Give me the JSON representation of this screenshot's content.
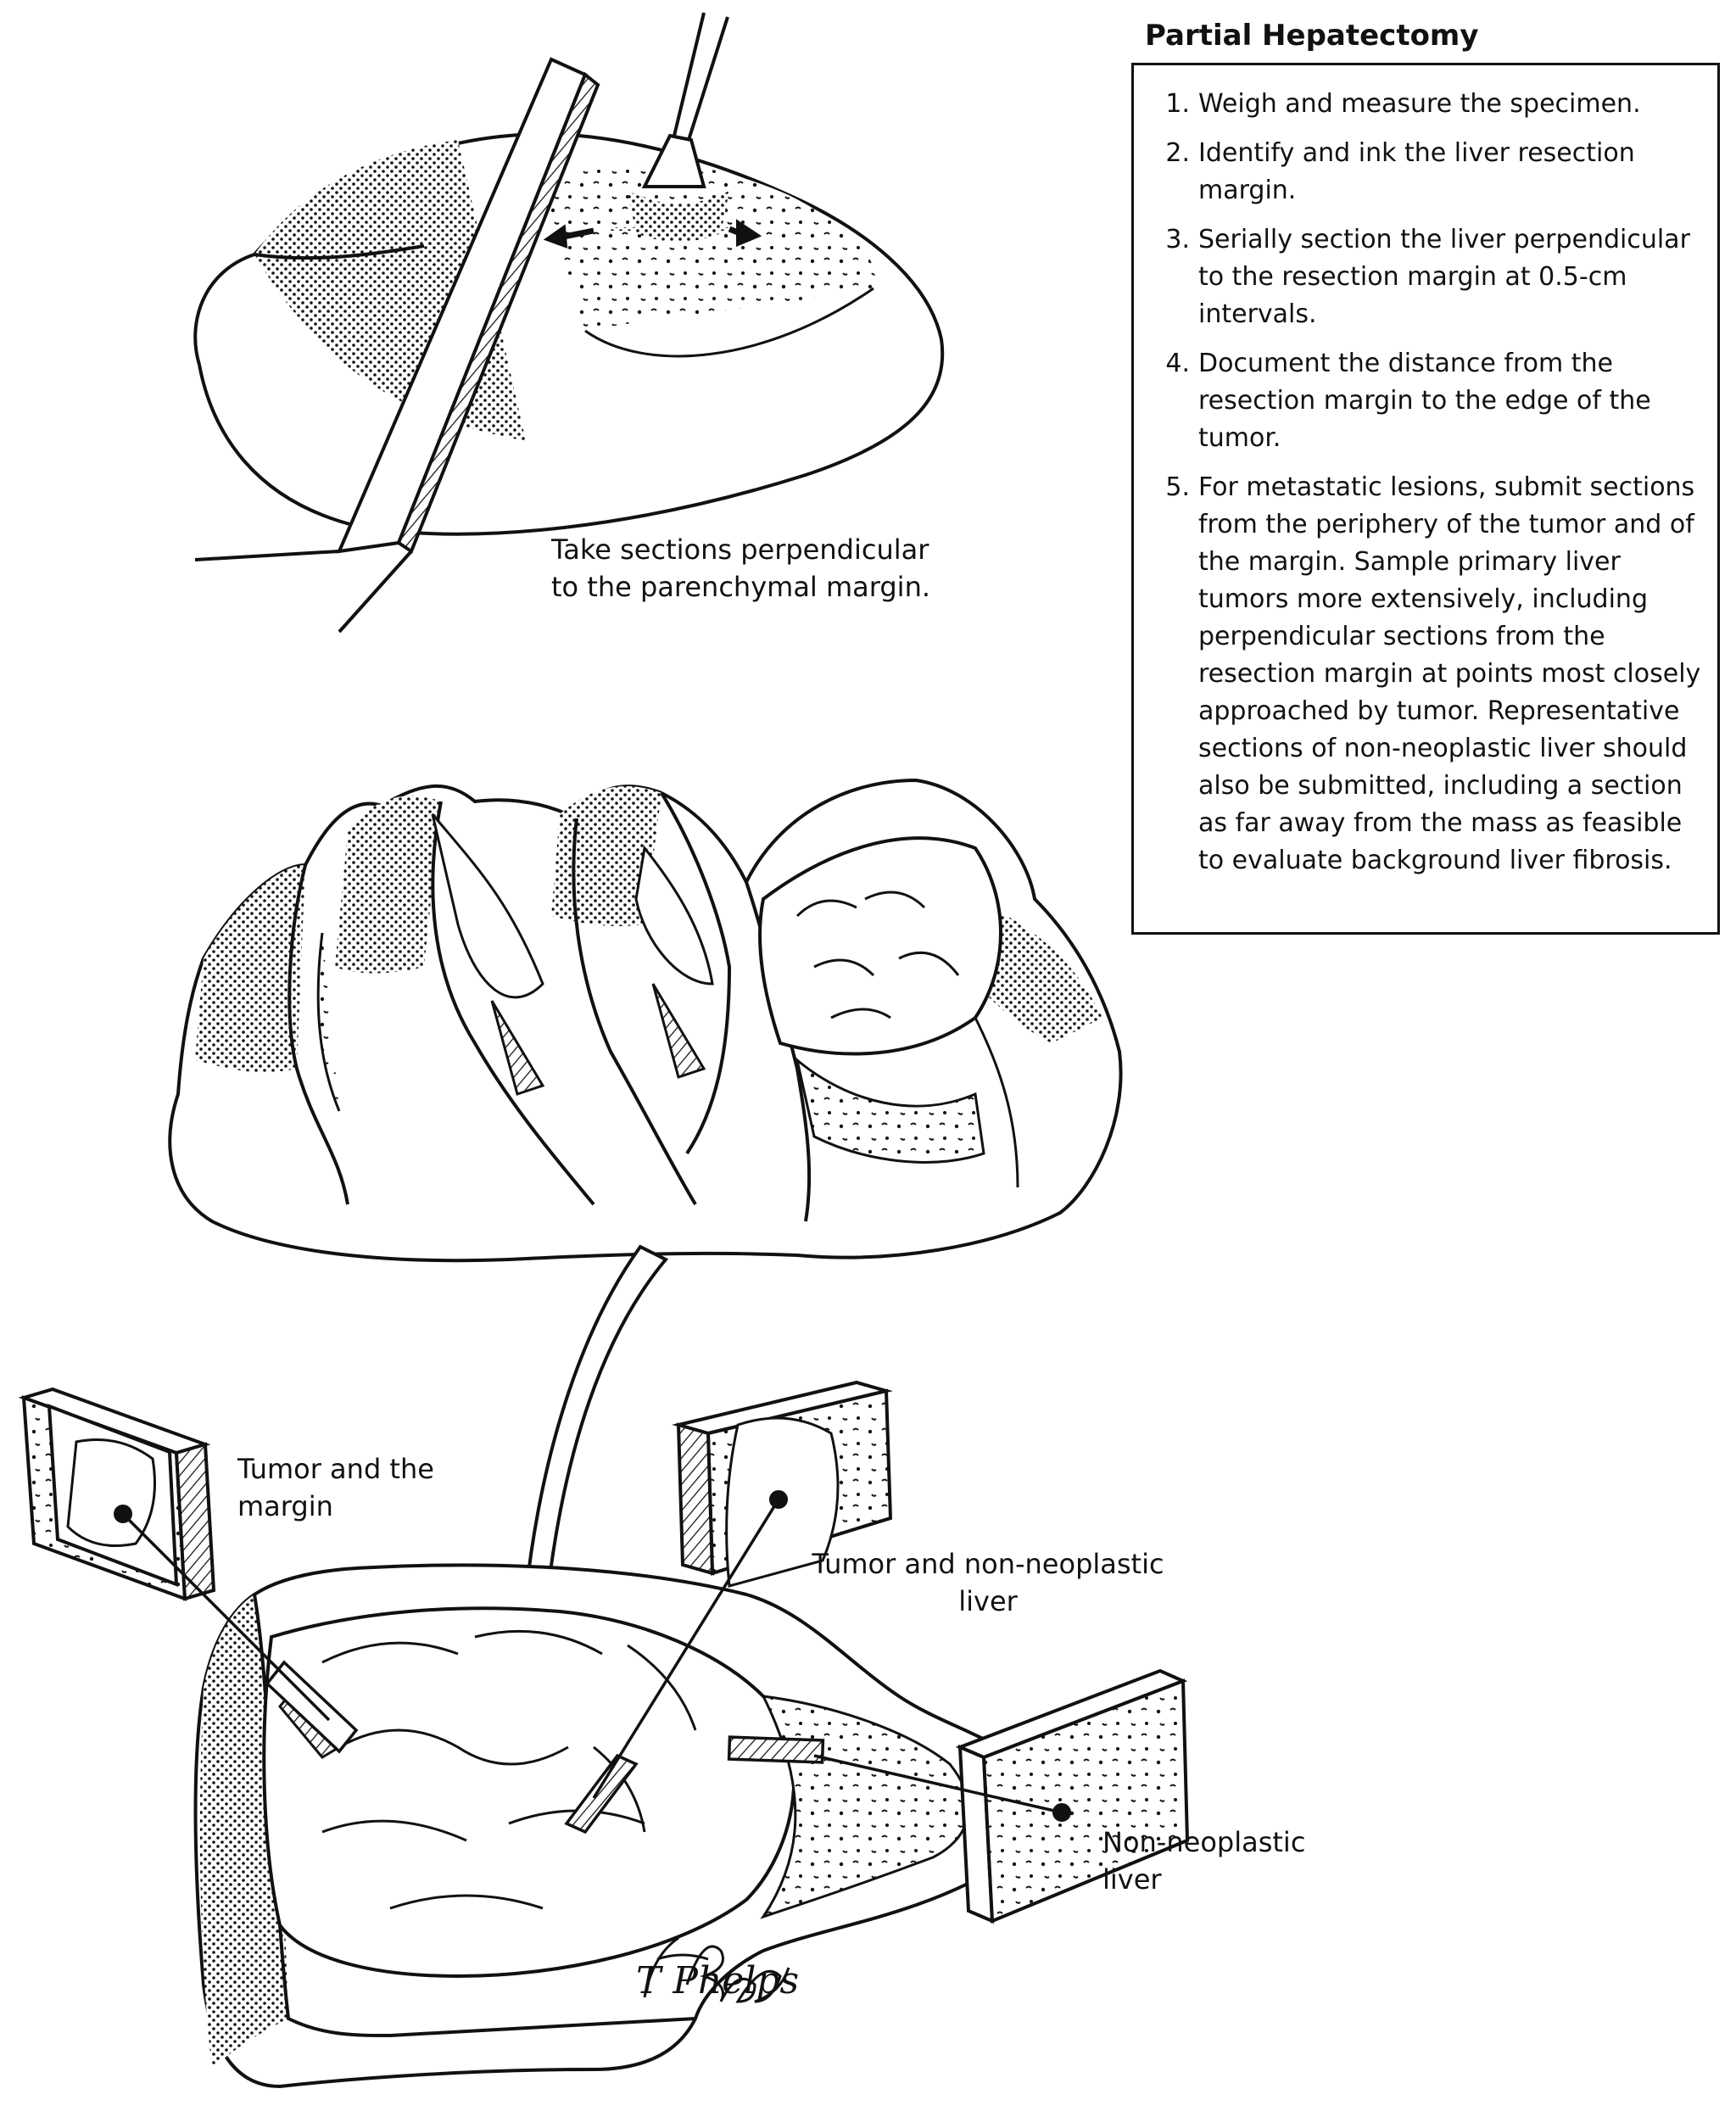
{
  "panel": {
    "title": "Partial Hepatectomy",
    "steps": [
      {
        "num": "1.",
        "text": "Weigh and measure the specimen."
      },
      {
        "num": "2.",
        "text": "Identify and ink the liver resection margin."
      },
      {
        "num": "3.",
        "text": "Serially section the liver perpendicular to the resection margin at 0.5-cm intervals."
      },
      {
        "num": "4.",
        "text": "Document the distance from the resection margin to the edge of the tumor."
      },
      {
        "num": "5.",
        "text": "For metastatic lesions, submit sections from the periphery of the tumor and of the margin. Sample primary liver tumors more extensively, including perpendicular sections from the resection margin at points most closely approached by tumor. Representative sections of non-neoplastic liver should also be submitted, including a section as far away from the mass as feasible to evaluate background liver fibrosis."
      }
    ]
  },
  "captions": {
    "take_sections": "Take sections perpendicular to the parenchymal margin.",
    "tumor_margin": "Tumor and the margin",
    "tumor_nonneoplastic": "Tumor and non-neoplastic liver",
    "nonneoplastic": "Non-neoplastic liver"
  },
  "artist_signature": "T Phelps",
  "colors": {
    "ink": "#111111",
    "paper": "#ffffff"
  }
}
